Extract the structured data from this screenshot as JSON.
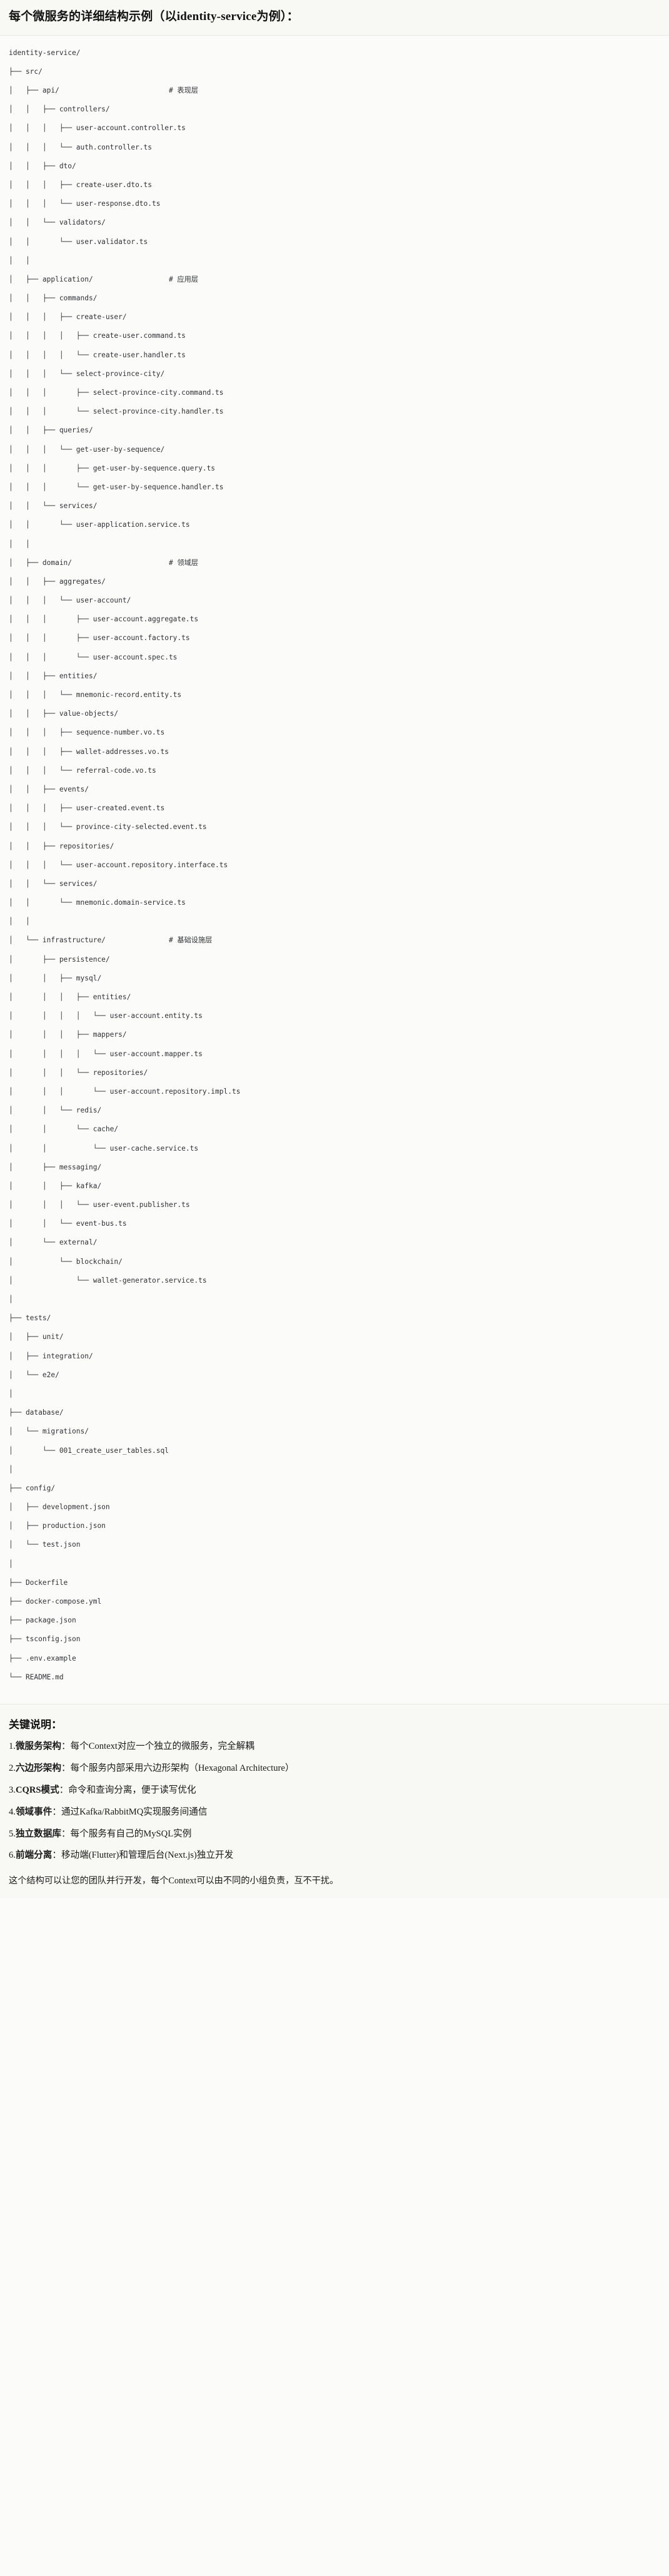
{
  "heading": {
    "text": "每个微服务的详细结构示例（以identity-service为例）："
  },
  "tree": {
    "lines": [
      "identity-service/",
      "├── src/",
      "│   ├── api/                          # 表现层",
      "│   │   ├── controllers/",
      "│   │   │   ├── user-account.controller.ts",
      "│   │   │   └── auth.controller.ts",
      "│   │   ├── dto/",
      "│   │   │   ├── create-user.dto.ts",
      "│   │   │   └── user-response.dto.ts",
      "│   │   └── validators/",
      "│   │       └── user.validator.ts",
      "│   │",
      "│   ├── application/                  # 应用层",
      "│   │   ├── commands/",
      "│   │   │   ├── create-user/",
      "│   │   │   │   ├── create-user.command.ts",
      "│   │   │   │   └── create-user.handler.ts",
      "│   │   │   └── select-province-city/",
      "│   │   │       ├── select-province-city.command.ts",
      "│   │   │       └── select-province-city.handler.ts",
      "│   │   ├── queries/",
      "│   │   │   └── get-user-by-sequence/",
      "│   │   │       ├── get-user-by-sequence.query.ts",
      "│   │   │       └── get-user-by-sequence.handler.ts",
      "│   │   └── services/",
      "│   │       └── user-application.service.ts",
      "│   │",
      "│   ├── domain/                       # 领域层",
      "│   │   ├── aggregates/",
      "│   │   │   └── user-account/",
      "│   │   │       ├── user-account.aggregate.ts",
      "│   │   │       ├── user-account.factory.ts",
      "│   │   │       └── user-account.spec.ts",
      "│   │   ├── entities/",
      "│   │   │   └── mnemonic-record.entity.ts",
      "│   │   ├── value-objects/",
      "│   │   │   ├── sequence-number.vo.ts",
      "│   │   │   ├── wallet-addresses.vo.ts",
      "│   │   │   └── referral-code.vo.ts",
      "│   │   ├── events/",
      "│   │   │   ├── user-created.event.ts",
      "│   │   │   └── province-city-selected.event.ts",
      "│   │   ├── repositories/",
      "│   │   │   └── user-account.repository.interface.ts",
      "│   │   └── services/",
      "│   │       └── mnemonic.domain-service.ts",
      "│   │",
      "│   └── infrastructure/               # 基础设施层",
      "│       ├── persistence/",
      "│       │   ├── mysql/",
      "│       │   │   ├── entities/",
      "│       │   │   │   └── user-account.entity.ts",
      "│       │   │   ├── mappers/",
      "│       │   │   │   └── user-account.mapper.ts",
      "│       │   │   └── repositories/",
      "│       │   │       └── user-account.repository.impl.ts",
      "│       │   └── redis/",
      "│       │       └── cache/",
      "│       │           └── user-cache.service.ts",
      "│       ├── messaging/",
      "│       │   ├── kafka/",
      "│       │   │   └── user-event.publisher.ts",
      "│       │   └── event-bus.ts",
      "│       └── external/",
      "│           └── blockchain/",
      "│               └── wallet-generator.service.ts",
      "│",
      "├── tests/",
      "│   ├── unit/",
      "│   ├── integration/",
      "│   └── e2e/",
      "│",
      "├── database/",
      "│   └── migrations/",
      "│       └── 001_create_user_tables.sql",
      "│",
      "├── config/",
      "│   ├── development.json",
      "│   ├── production.json",
      "│   └── test.json",
      "│",
      "├── Dockerfile",
      "├── docker-compose.yml",
      "├── package.json",
      "├── tsconfig.json",
      "├── .env.example",
      "└── README.md"
    ]
  },
  "notes": {
    "title": "关键说明：",
    "items": [
      {
        "index": "1.",
        "term": "微服务架构",
        "desc": "：每个Context对应一个独立的微服务，完全解耦"
      },
      {
        "index": "2.",
        "term": "六边形架构",
        "desc": "：每个服务内部采用六边形架构（Hexagonal Architecture）"
      },
      {
        "index": "3.",
        "term": "CQRS模式",
        "desc": "：命令和查询分离，便于读写优化"
      },
      {
        "index": "4.",
        "term": "领域事件",
        "desc": "：通过Kafka/RabbitMQ实现服务间通信"
      },
      {
        "index": "5.",
        "term": "独立数据库",
        "desc": "：每个服务有自己的MySQL实例"
      },
      {
        "index": "6.",
        "term": "前端分离",
        "desc": "：移动端(Flutter)和管理后台(Next.js)独立开发"
      }
    ],
    "closing": "这个结构可以让您的团队并行开发，每个Context可以由不同的小组负责，互不干扰。"
  },
  "colors": {
    "page_background": "#fbfbf9",
    "block_background": "#f8f8f5",
    "text": "#1a1a1a",
    "code_text": "#2f3136",
    "divider": "#e8e8e3"
  }
}
